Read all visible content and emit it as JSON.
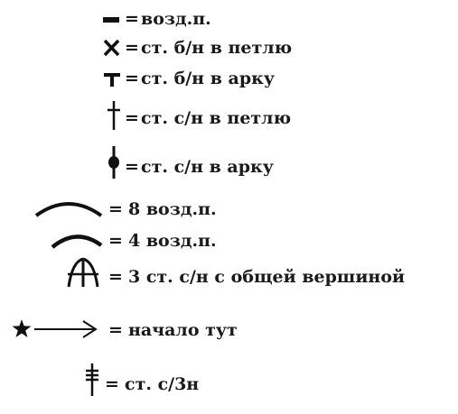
{
  "equals": "=",
  "legend": [
    {
      "icon": "chain-stitch-dash-icon",
      "label": "возд.п."
    },
    {
      "icon": "cross-sc-icon",
      "label": "ст. б/н в петлю"
    },
    {
      "icon": "t-sc-arch-icon",
      "label": "ст. б/н в арку"
    },
    {
      "icon": "dc-icon",
      "label": "ст. с/н в петлю"
    },
    {
      "icon": "dc-arch-icon",
      "label": "ст. с/н в арку"
    },
    {
      "icon": "chain-8-arc-icon",
      "label": "8 возд.п."
    },
    {
      "icon": "chain-4-arc-icon",
      "label": "4 возд.п."
    },
    {
      "icon": "dc3tog-icon",
      "label": "3 ст. с/н с общей вершиной"
    },
    {
      "icon": "star-arrow-start-icon",
      "label": "начало тут"
    },
    {
      "icon": "double-crochet-icon",
      "label": "ст. с/3н"
    }
  ]
}
